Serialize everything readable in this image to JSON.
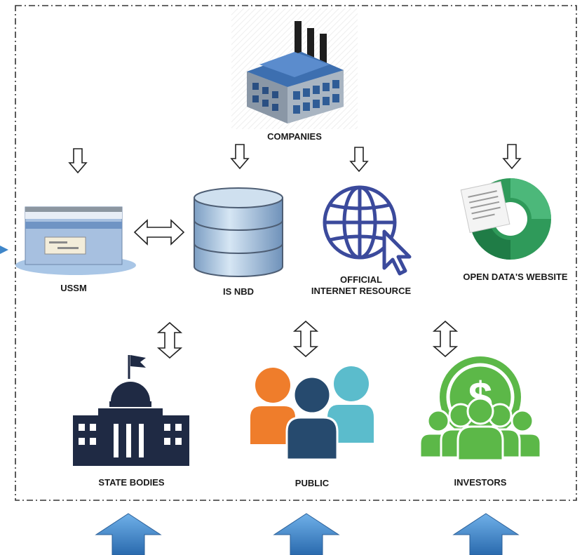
{
  "nodes": {
    "companies": "COMPANIES",
    "ussm": "USSM",
    "is_nbd": "IS NBD",
    "official_line1": "OFFICIAL",
    "official_line2": "INTERNET RESOURCE",
    "open_data": "OPEN DATA'S WEBSITE",
    "state_bodies": "STATE BODIES",
    "public": "PUBLIC",
    "investors": "INVESTORS"
  },
  "colors": {
    "border": "#333333",
    "navy": "#1f2a44",
    "db_blue": "#8fb3d9",
    "globe_blue": "#3b4a9c",
    "green": "#5cb848",
    "orange": "#ef7d2b",
    "teal": "#5bbccc",
    "dark_blue": "#264a6e",
    "arrow_blue": "#3f86c9"
  },
  "icons": {
    "companies": "factory-icon",
    "ussm": "window-screen-icon",
    "is_nbd": "database-icon",
    "official": "globe-cursor-icon",
    "open_data": "document-chart-icon",
    "state_bodies": "government-building-icon",
    "public": "people-group-icon",
    "investors": "investor-dollar-icon"
  }
}
